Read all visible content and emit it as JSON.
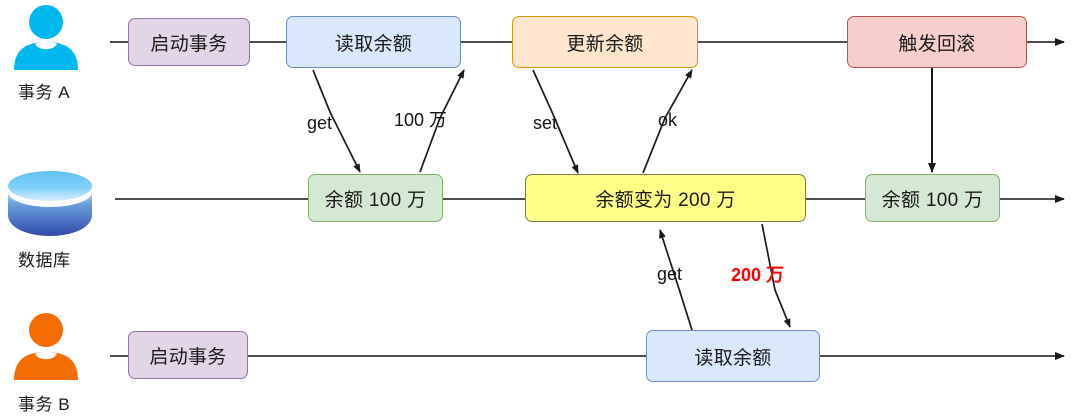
{
  "diagram": {
    "title": "transaction-dirty-read-sequence",
    "colors": {
      "purple_fill": "#e1d5e7",
      "purple_stroke": "#9673a6",
      "blue_fill": "#dae8fc",
      "blue_stroke": "#6c8ebf",
      "orange_fill": "#ffe6cc",
      "orange_stroke": "#d79b00",
      "red_fill": "#f8cecc",
      "red_stroke": "#b85450",
      "green_fill": "#d5e8d4",
      "green_stroke": "#82b366",
      "yellow_fill": "#ffff88",
      "yellow_stroke": "#7b7b4b",
      "actor_a": "#00b8f0",
      "actor_b": "#f56c00",
      "line": "#4d4d4d",
      "highlight_text": "#ff0000"
    }
  },
  "lanes": [
    {
      "id": "lane-a",
      "label": "事务 A",
      "icon": "person-icon"
    },
    {
      "id": "lane-db",
      "label": "数据库",
      "icon": "database-icon"
    },
    {
      "id": "lane-b",
      "label": "事务 B",
      "icon": "person-icon"
    }
  ],
  "nodes": {
    "a_start": {
      "label": "启动事务"
    },
    "a_read": {
      "label": "读取余额"
    },
    "a_update": {
      "label": "更新余额"
    },
    "a_rollback": {
      "label": "触发回滚"
    },
    "db_100": {
      "label": "余额 100 万"
    },
    "db_200": {
      "label": "余额变为 200 万"
    },
    "db_100_b": {
      "label": "余额 100 万"
    },
    "b_start": {
      "label": "启动事务"
    },
    "b_read": {
      "label": "读取余额"
    }
  },
  "edge_labels": {
    "a_get": "get",
    "a_result": "100 万",
    "a_set": "set",
    "a_ok": "ok",
    "b_get": "get",
    "b_result": "200 万"
  }
}
